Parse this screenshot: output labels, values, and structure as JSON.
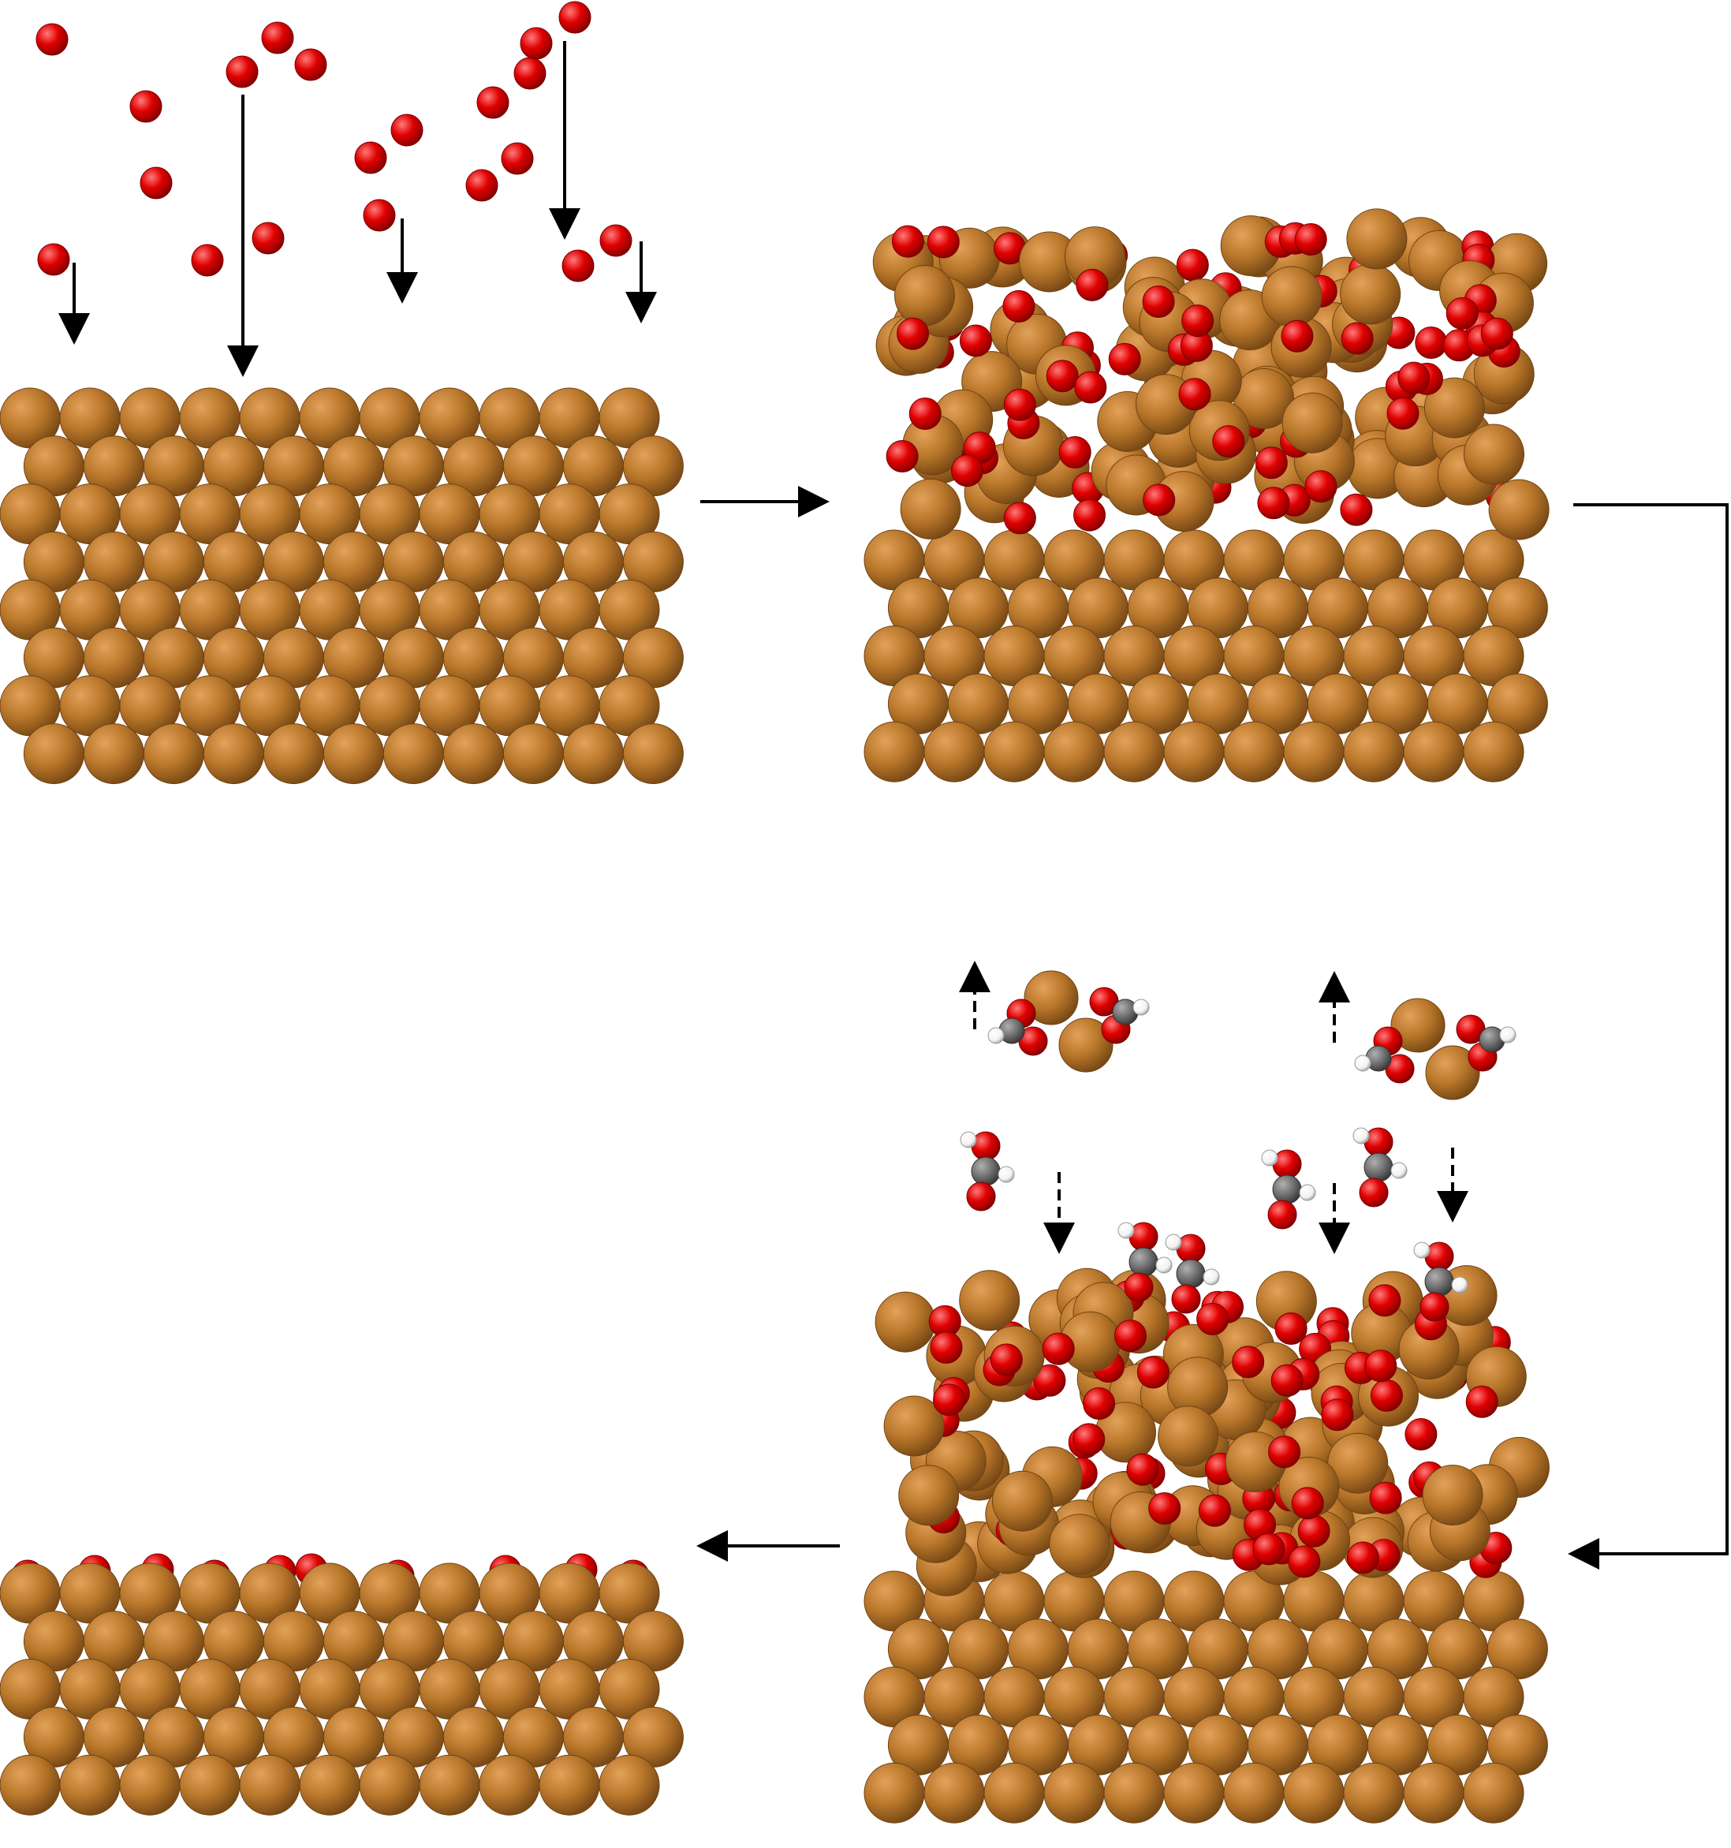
{
  "diagram": {
    "colors": {
      "copper": "#b8762a",
      "copper_dark": "#7a4a16",
      "oxygen": "#e00000",
      "carbon": "#707070",
      "hydrogen": "#f2f2f2",
      "arrow": "#000000",
      "background": "#ffffff"
    },
    "panels": [
      {
        "id": "clean-copper-slab",
        "contents": [
          "copper-slab",
          "incident-oxygen-atoms",
          "deposition-arrows"
        ]
      },
      {
        "id": "oxidized-copper-slab",
        "contents": [
          "copper-slab",
          "copper-oxide-layer"
        ]
      },
      {
        "id": "etching-copper-slab",
        "contents": [
          "copper-slab",
          "copper-oxide-layer",
          "formic-acid-molecules",
          "copper-formate-products",
          "dashed-arrows"
        ]
      },
      {
        "id": "etched-copper-slab",
        "contents": [
          "copper-slab",
          "residual-oxygen"
        ]
      }
    ],
    "flow": [
      "clean-copper-slab",
      "oxidized-copper-slab",
      "etching-copper-slab",
      "etched-copper-slab"
    ],
    "icons": [
      "oxygen-atom-icon",
      "copper-atom-icon",
      "formic-acid-icon",
      "copper-formate-icon",
      "arrow-icon",
      "dashed-arrow-icon"
    ]
  }
}
